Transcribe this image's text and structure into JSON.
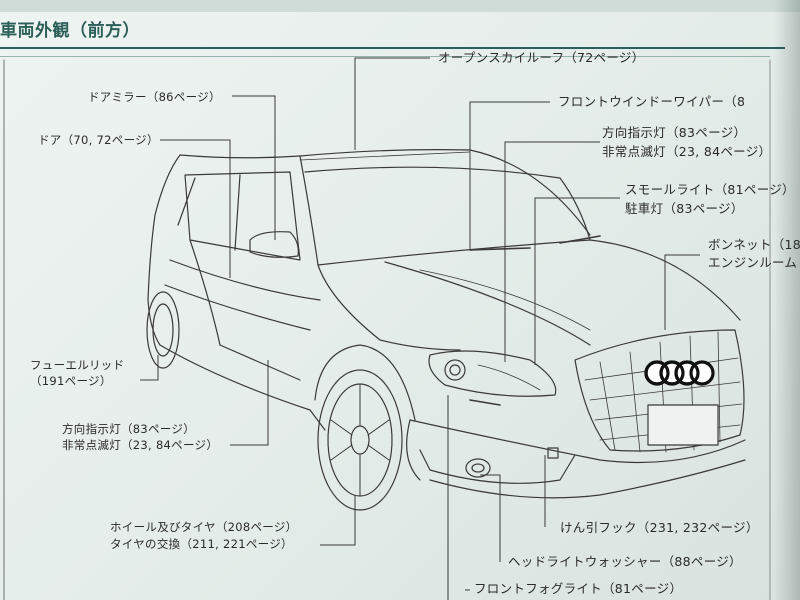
{
  "section": {
    "title": "車両外観（前方）"
  },
  "callouts": {
    "open_sky_roof": "オープンスカイルーフ（72ページ）",
    "door_mirror": "ドアミラー（86ページ）",
    "door": "ドア（70, 72ページ）",
    "front_wiper": "フロントウインドーワイパー（8",
    "turn_signal_front_1": "方向指示灯（83ページ）",
    "hazard_front_1": "非常点滅灯（23, 84ページ）",
    "small_light_1": "スモールライト（81ページ）",
    "parking_light": "駐車灯（83ページ）",
    "bonnet_1": "ボンネット（18",
    "bonnet_2": "エンジンルーム（",
    "fuel_lid_1": "フューエルリッド",
    "fuel_lid_2": "（191ページ）",
    "turn_signal_side": "方向指示灯（83ページ）",
    "hazard_side": "非常点滅灯（23, 84ページ）",
    "wheel_tire_1": "ホイール及びタイヤ（208ページ）",
    "wheel_tire_2": "タイヤの交換（211, 221ページ）",
    "tow_hook": "けん引フック（231, 232ページ）",
    "headlight_washer": "ヘッドライトウォッシャー（88ページ）",
    "front_fog": "フロントフォグライト（81ページ）"
  },
  "colors": {
    "title": "#2b5f57",
    "line": "#3a3a3a"
  }
}
